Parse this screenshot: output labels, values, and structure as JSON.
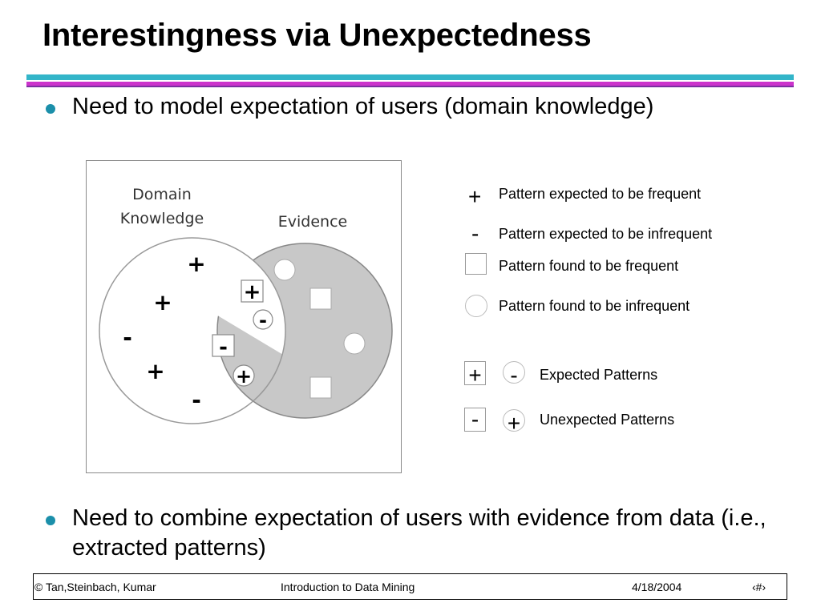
{
  "slide": {
    "title": "Interestingness via Unexpectedness",
    "bullets": [
      "Need to model expectation of users (domain knowledge)",
      "Need to combine expectation of users with evidence from data (i.e., extracted patterns)"
    ]
  },
  "diagram": {
    "domain_label_line1": "Domain",
    "domain_label_line2": "Knowledge",
    "evidence_label": "Evidence",
    "plus_glyph": "+",
    "minus_glyph": "-",
    "colors": {
      "evidence_fill": "#c8c8c8",
      "stroke": "#888888",
      "frame": "#8a8a8a"
    }
  },
  "legend": {
    "plus_sym": "+",
    "minus_sym": "-",
    "expected_frequent": "Pattern expected to be frequent",
    "expected_infrequent": "Pattern expected to be infrequent",
    "found_frequent": "Pattern found to be frequent",
    "found_infrequent": "Pattern found to be infrequent",
    "expected_patterns": "Expected Patterns",
    "unexpected_patterns": "Unexpected Patterns"
  },
  "footer": {
    "copyright": "© Tan,Steinbach, Kumar",
    "book": "Introduction to Data Mining",
    "date": "4/18/2004",
    "page": "‹#›"
  },
  "theme": {
    "rule_cyan": "#33b5c9",
    "rule_magenta": "#cc33cc",
    "bullet_color": "#1b8faa"
  }
}
